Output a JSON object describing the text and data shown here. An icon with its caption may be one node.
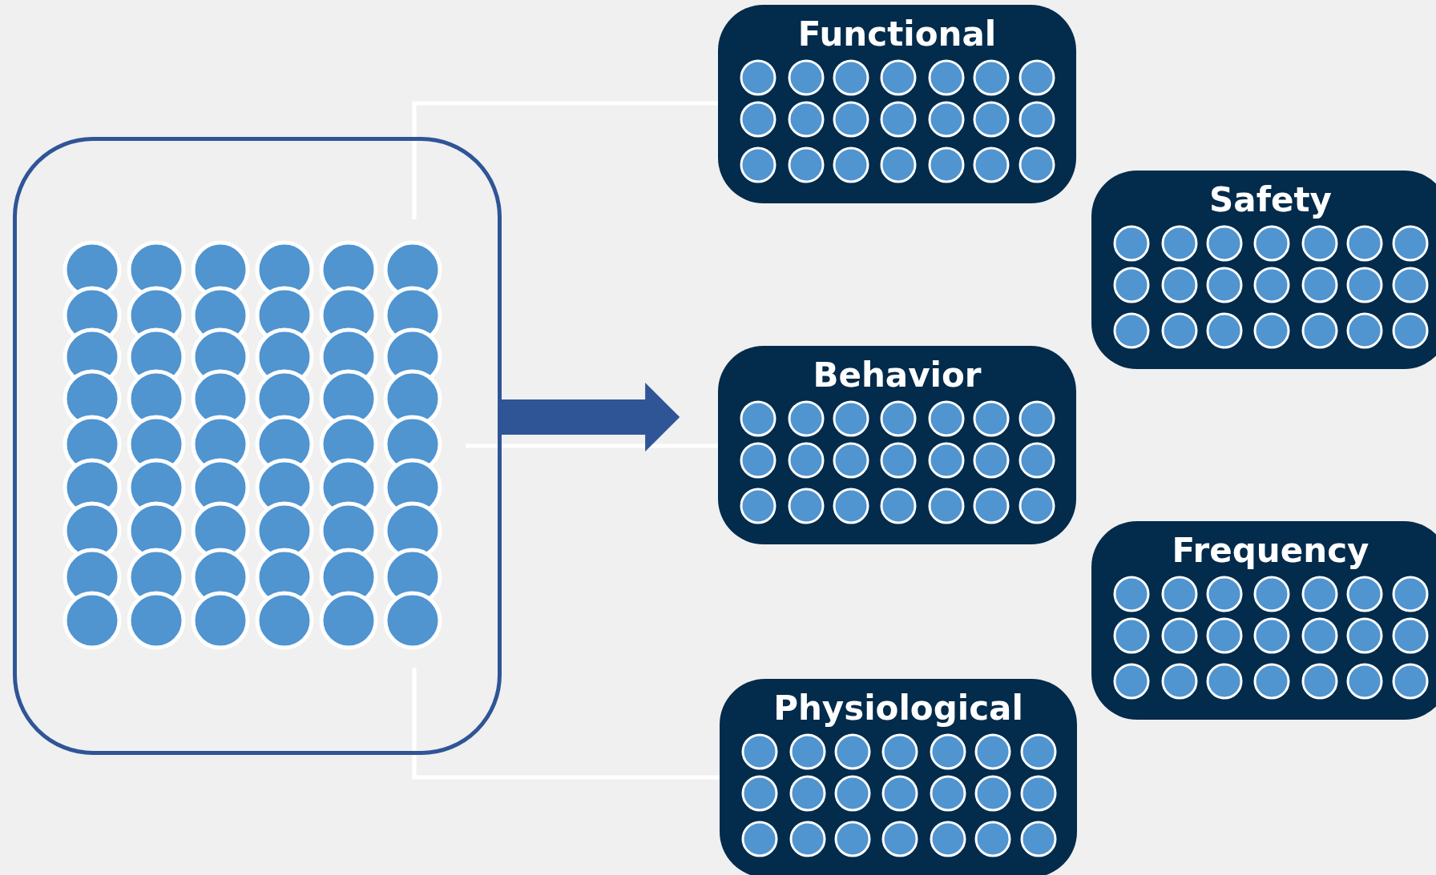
{
  "diagram": {
    "nodes": [
      {
        "text": [],
        "shape": "box"
      },
      {
        "text": [
          "Functional"
        ]
      },
      {
        "text": [
          "Safety"
        ]
      },
      {
        "text": [
          "Behavior"
        ]
      },
      {
        "text": [
          "Frequency"
        ]
      },
      {
        "text": [
          "Physiological"
        ]
      }
    ],
    "edges": [
      {
        "from": 0,
        "to": 1,
        "arrow": "none"
      },
      {
        "from": 0,
        "to": 3,
        "arrow": "none"
      },
      {
        "from": 0,
        "to": 5,
        "arrow": "none"
      },
      {
        "from": 0,
        "to": 3,
        "arrow": "to",
        "style": "thick",
        "color": "#2f5597"
      }
    ]
  }
}
